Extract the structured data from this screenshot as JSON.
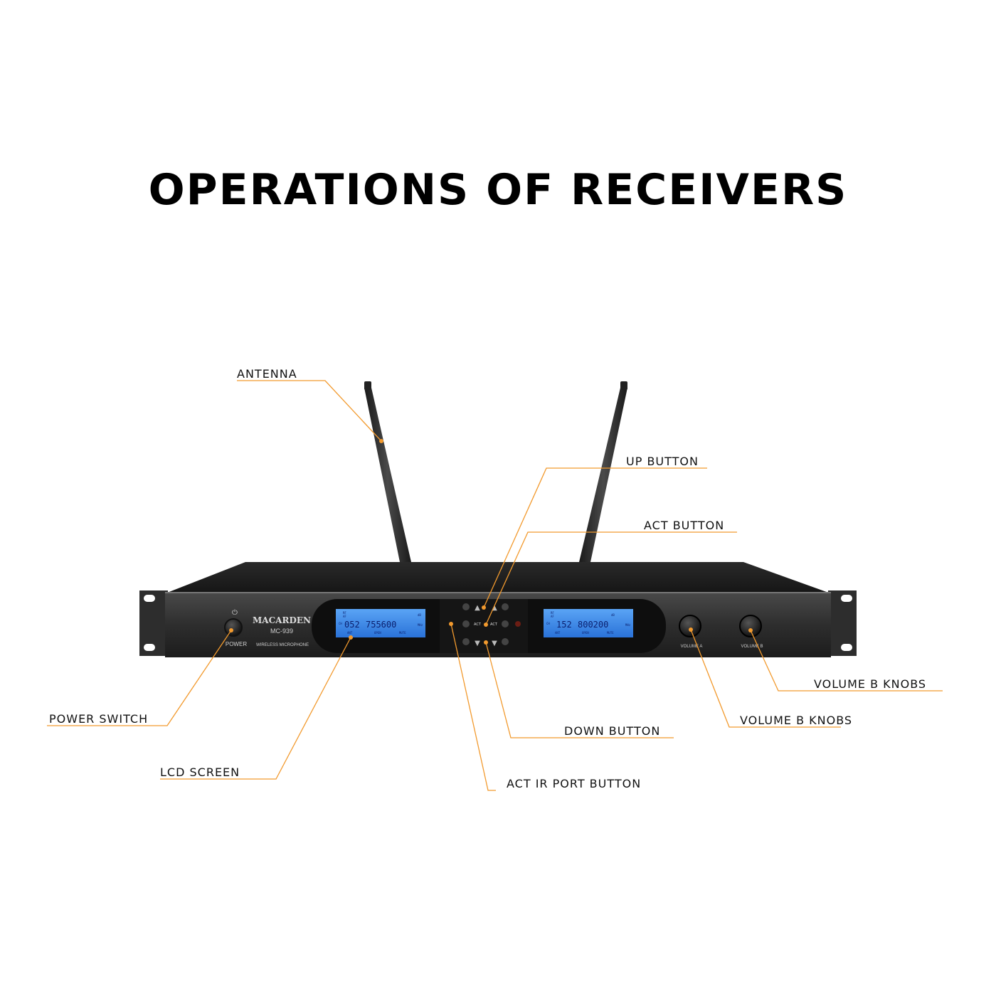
{
  "title": "OPERATIONS OF RECEIVERS",
  "device": {
    "brand": "MACARDEN",
    "model": "MC-939",
    "product_line": "WIRELESS MICROPHONE",
    "power_label": "POWER",
    "act_label": "ACT",
    "volume_a_label": "VOLUME A",
    "volume_b_label": "VOLUME B",
    "lcd_a": {
      "ch": "052",
      "freq": "755600",
      "unit": "MHz",
      "rf": "RF",
      "af": "AF",
      "db": "dB",
      "ant": "ANT",
      "open": "OPEN",
      "mute": "MUTE",
      "ch_label": "CH"
    },
    "lcd_b": {
      "ch": "152",
      "freq": "800200",
      "unit": "MHz",
      "rf": "RF",
      "af": "AF",
      "db": "dB",
      "ant": "ANT",
      "open": "OPEN",
      "mute": "MUTE",
      "ch_label": "CH"
    }
  },
  "callouts": {
    "antenna": "ANTENNA",
    "up_button": "UP BUTTON",
    "act_button": "ACT BUTTON",
    "power_switch": "POWER SWITCH",
    "lcd_screen": "LCD SCREEN",
    "act_ir_port_button": "ACT IR PORT BUTTON",
    "down_button": "DOWN BUTTON",
    "volume_knobs_a": "VOLUME B KNOBS",
    "volume_knobs_b": "VOLUME B KNOBS"
  },
  "colors": {
    "leader_line": "#f29a2e",
    "lcd": "#2f7de0",
    "panel": "#2b2b2b"
  }
}
